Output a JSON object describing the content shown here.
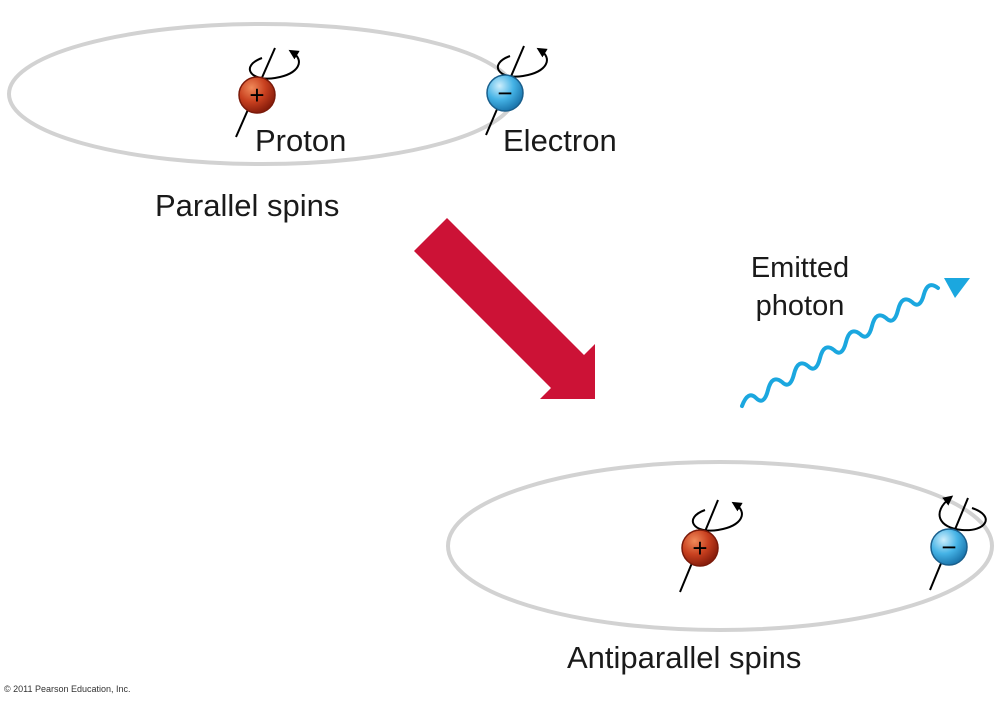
{
  "top": {
    "proton_label": "Proton",
    "electron_label": "Electron",
    "caption": "Parallel spins",
    "proton_sign": "+",
    "electron_sign": "−"
  },
  "photon": {
    "line1": "Emitted",
    "line2": "photon"
  },
  "bottom": {
    "caption": "Antiparallel spins",
    "proton_sign": "+",
    "electron_sign": "−"
  },
  "copyright": "© 2011 Pearson Education, Inc.",
  "colors": {
    "orbit": "#d2d2d2",
    "proton": "#b8321a",
    "electron": "#3aa8de",
    "transition_arrow": "#cc1236",
    "photon_wave": "#1ba7df",
    "spin_axis": "#000000"
  },
  "icons": {
    "proton": "proton-icon",
    "electron": "electron-icon",
    "spin": "spin-arrow-icon",
    "transition": "transition-arrow-icon",
    "photon": "photon-wave-icon"
  }
}
